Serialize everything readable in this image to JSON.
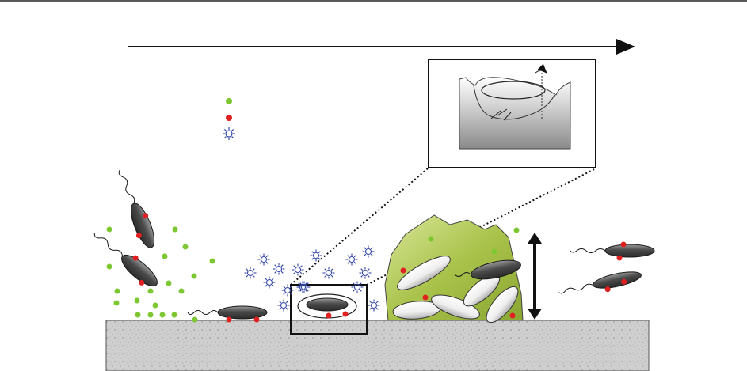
{
  "colors": {
    "top_rule": "#222222",
    "substrate": "#c8c8c8",
    "substrate_grain": "#9a9a9a",
    "bacterium_body": "#5a5a5a",
    "bacterium_outline": "#1a1a1a",
    "dot_green": "#7dc832",
    "dot_red": "#e02020",
    "signal_blue": "#3548a8",
    "matrix_fill": "#a9c24a",
    "matrix_highlight": "#d9e79a",
    "embedded_cell": "#f2f2f2",
    "arrow": "#111111"
  },
  "legend": [
    {
      "symbol": "green-dot",
      "color": "#7dc832"
    },
    {
      "symbol": "red-dot",
      "color": "#e02020"
    },
    {
      "symbol": "blue-star",
      "color": "#3548a8"
    }
  ],
  "icons": {
    "process_arrow": "right-arrow",
    "thickness_arrow": "double-headed-vertical-arrow",
    "inset": "rotating-cell-in-pit-icon",
    "zoom_box": "magnifier-box"
  }
}
